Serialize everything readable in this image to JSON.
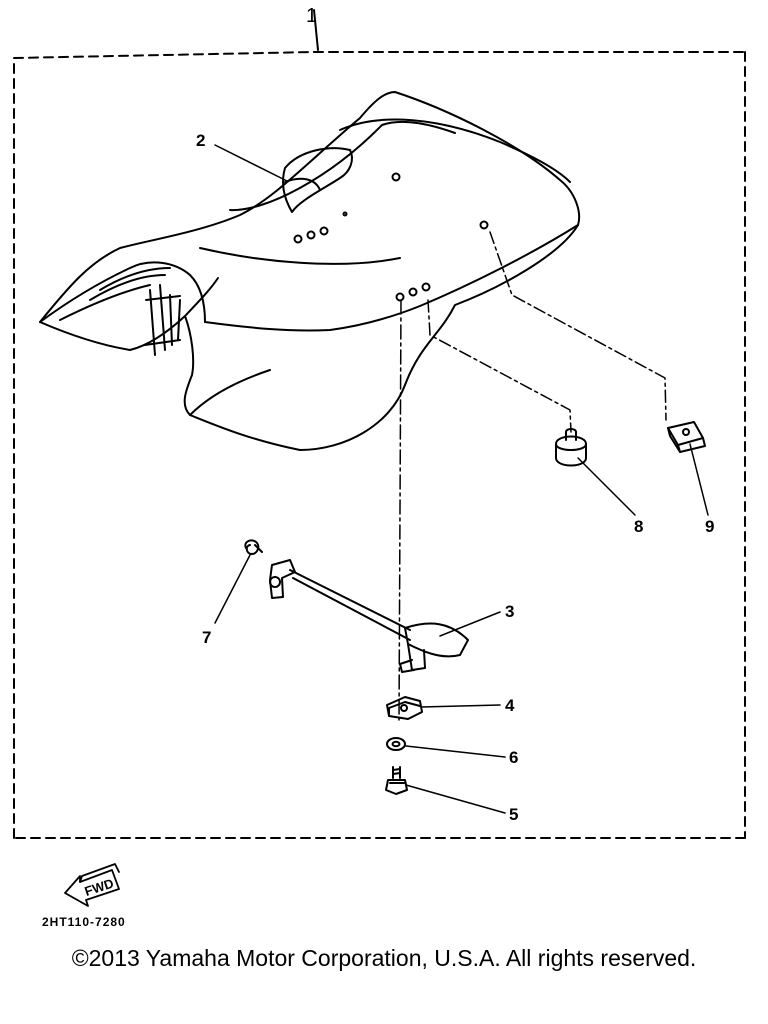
{
  "diagram": {
    "callouts": {
      "c1": "1",
      "c2": "2",
      "c3": "3",
      "c4": "4",
      "c5": "5",
      "c6": "6",
      "c7": "7",
      "c8": "8",
      "c9": "9"
    },
    "fwd_label": "FWD",
    "part_code": "2HT110-7280"
  },
  "footer": {
    "copyright": "©2013 Yamaha Motor Corporation, U.S.A. All rights reserved."
  }
}
